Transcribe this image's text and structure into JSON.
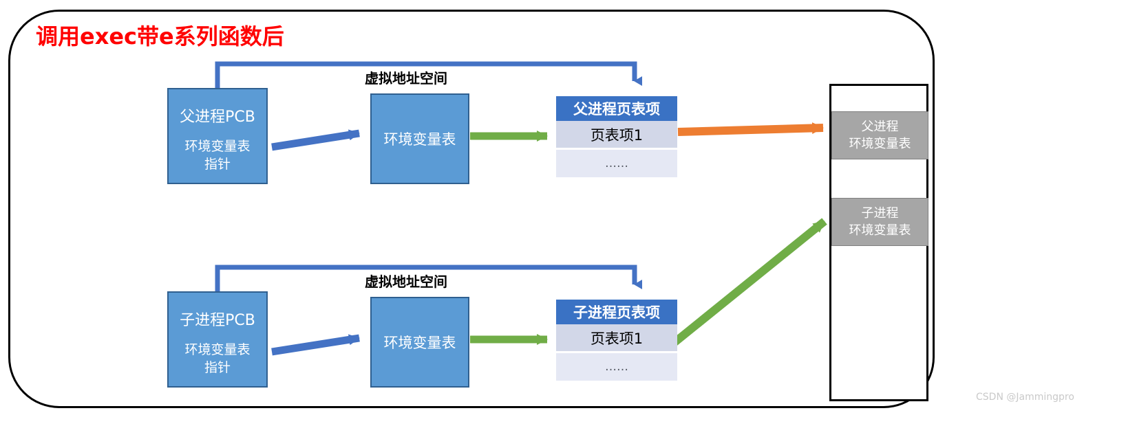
{
  "title": "调用exec带e系列函数后",
  "colors": {
    "title_red": "#ff0000",
    "box_blue": "#5b9bd5",
    "header_blue": "#3a72c4",
    "connector_blue": "#4472c4",
    "arrow_green": "#70ad47",
    "arrow_orange": "#ed7d31",
    "memory_gray": "#a6a6a6",
    "frame_black": "#000000"
  },
  "parent": {
    "pcb_title": "父进程PCB",
    "pcb_sub_line1": "环境变量表",
    "pcb_sub_line2": "指针",
    "env_table_label": "环境变量表",
    "vas_label": "虚拟地址空间",
    "page_table": {
      "header": "父进程页表项",
      "rows": [
        "页表项1",
        "……"
      ]
    }
  },
  "child": {
    "pcb_title": "子进程PCB",
    "pcb_sub_line1": "环境变量表",
    "pcb_sub_line2": "指针",
    "env_table_label": "环境变量表",
    "vas_label": "虚拟地址空间",
    "page_table": {
      "header": "子进程页表项",
      "rows": [
        "页表项1",
        "……"
      ]
    }
  },
  "memory": {
    "parent_block": {
      "line1": "父进程",
      "line2": "环境变量表"
    },
    "child_block": {
      "line1": "子进程",
      "line2": "环境变量表"
    }
  },
  "watermark": "CSDN @Jammingpro"
}
